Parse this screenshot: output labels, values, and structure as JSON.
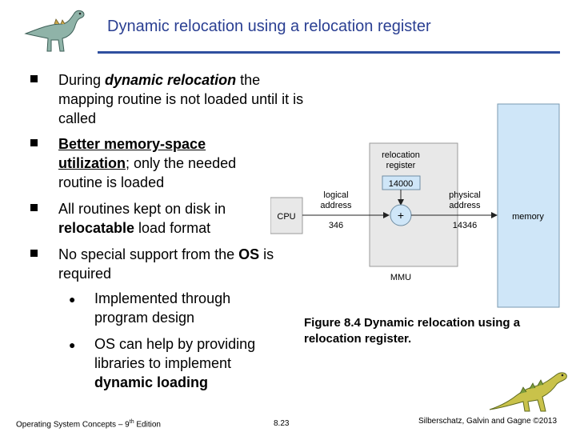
{
  "title": "Dynamic relocation using a relocation register",
  "bullets": [
    {
      "p1": "During ",
      "em": "dynamic relocation",
      "p2": " the mapping routine is not loaded until it is called"
    },
    {
      "b1": "Better memory-space utilization",
      "p1": "; only the needed routine is loaded"
    },
    {
      "p1": "All routines kept on disk in ",
      "b1": "relocatable",
      "p2": " load format"
    },
    {
      "p1": "No special support from the ",
      "b1": "OS",
      "p2": " is required"
    }
  ],
  "subbullets": [
    {
      "text": "Implemented through program design"
    },
    {
      "p1": "OS can help by providing libraries to implement ",
      "b1": "dynamic loading"
    }
  ],
  "diagram": {
    "cpu": "CPU",
    "logical_label_1": "logical",
    "logical_label_2": "address",
    "logical_value": "346",
    "reloc_label_1": "relocation",
    "reloc_label_2": "register",
    "reloc_value": "14000",
    "plus": "+",
    "mmu": "MMU",
    "physical_label_1": "physical",
    "physical_label_2": "address",
    "physical_value": "14346",
    "memory": "memory"
  },
  "caption": "Figure 8.4 Dynamic relocation using a relocation register.",
  "footer": {
    "left_prefix": "Operating System Concepts – 9",
    "left_sup": "th",
    "left_suffix": " Edition",
    "page": "8.23",
    "right": "Silberschatz, Galvin and Gagne ©2013"
  },
  "colors": {
    "title": "#2a3f92",
    "rule": "#2f4f9f",
    "mmu_fill": "#e8e8e8",
    "memory_fill": "#cfe6f8",
    "register_fill": "#cfe6f8"
  }
}
